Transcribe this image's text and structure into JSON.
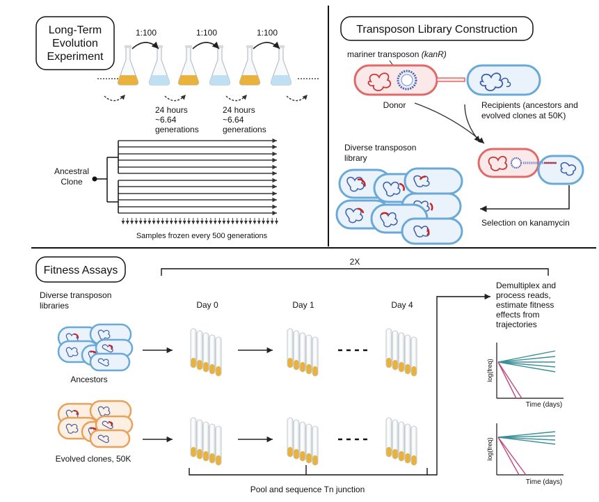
{
  "lte": {
    "title_lines": [
      "Long-Term",
      "Evolution",
      "Experiment"
    ],
    "dilutions": [
      "1:100",
      "1:100",
      "1:100"
    ],
    "transfer_notes": [
      [
        "24 hours",
        "~6.64",
        "generations"
      ],
      [
        "24 hours",
        "~6.64",
        "generations"
      ]
    ],
    "ancestor_lines": [
      "Ancestral",
      "Clone"
    ],
    "frozen": "Samples frozen every 500 generations"
  },
  "tlc": {
    "title": "Transposon Library Construction",
    "transposon": "mariner transposon ",
    "marker": "(kanR)",
    "donor": "Donor",
    "recipient_lines": [
      "Recipients (ancestors and",
      "evolved clones at 50K)"
    ],
    "library_lines": [
      "Diverse transposon",
      "library"
    ],
    "selection": "Selection on kanamycin"
  },
  "fitness": {
    "title": "Fitness Assays",
    "replicates": "2X",
    "libraries_lines": [
      "Diverse transposon",
      "libraries"
    ],
    "ancestors": "Ancestors",
    "evolved": "Evolved clones, 50K",
    "days": [
      "Day 0",
      "Day 1",
      "Day 4"
    ],
    "pool": "Pool and sequence Tn junction",
    "analysis_lines": [
      "Demultiplex and",
      "process reads,",
      "estimate fitness",
      "effects from",
      "trajectories"
    ],
    "plot_xlabel": "Time (days)",
    "plot_ylabel": "log(freq)"
  },
  "colors": {
    "ancestor_outline": "#6aa8d8",
    "evolved_outline": "#e8a05a",
    "donor_outline": "#e06a6a",
    "media": "#e8b23c",
    "teal": "#3a8f96",
    "magenta": "#c0477e"
  }
}
